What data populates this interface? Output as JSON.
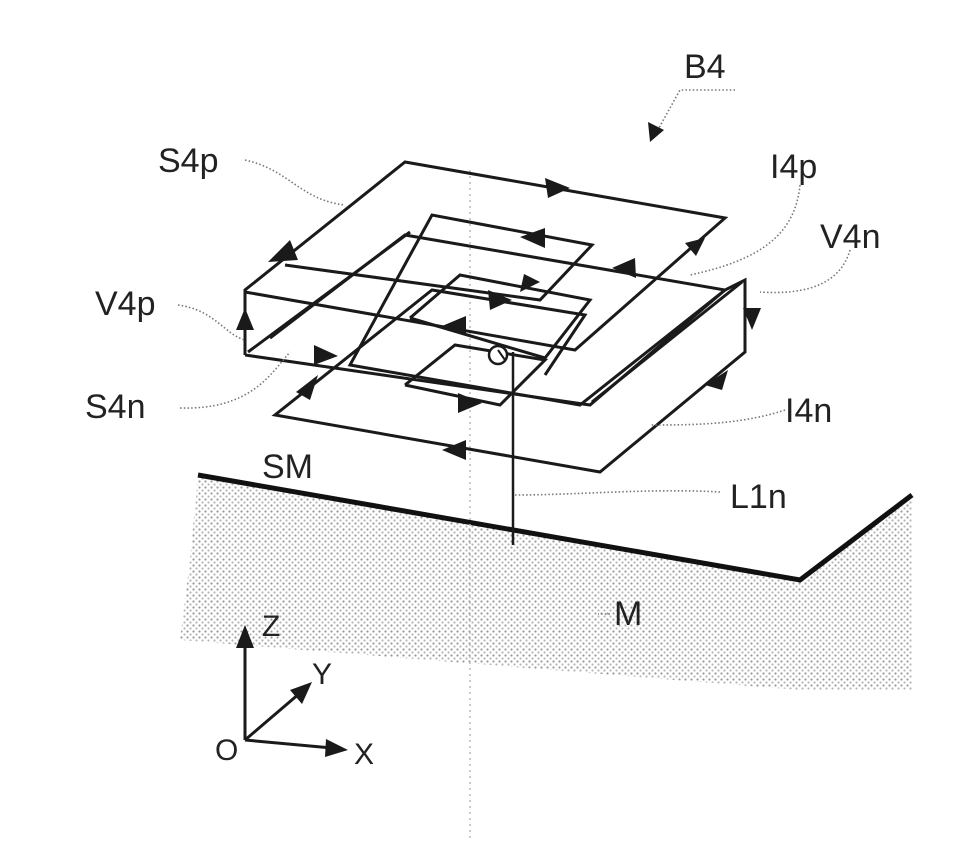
{
  "figure_id": "B4",
  "labels": {
    "b4": "B4",
    "s4p": "S4p",
    "i4p": "I4p",
    "v4n": "V4n",
    "v4p": "V4p",
    "s4n": "S4n",
    "i4n": "I4n",
    "sm": "SM",
    "l1n": "L1n",
    "m": "M"
  },
  "axes": {
    "z": "Z",
    "y": "Y",
    "x": "X",
    "origin": "O"
  }
}
